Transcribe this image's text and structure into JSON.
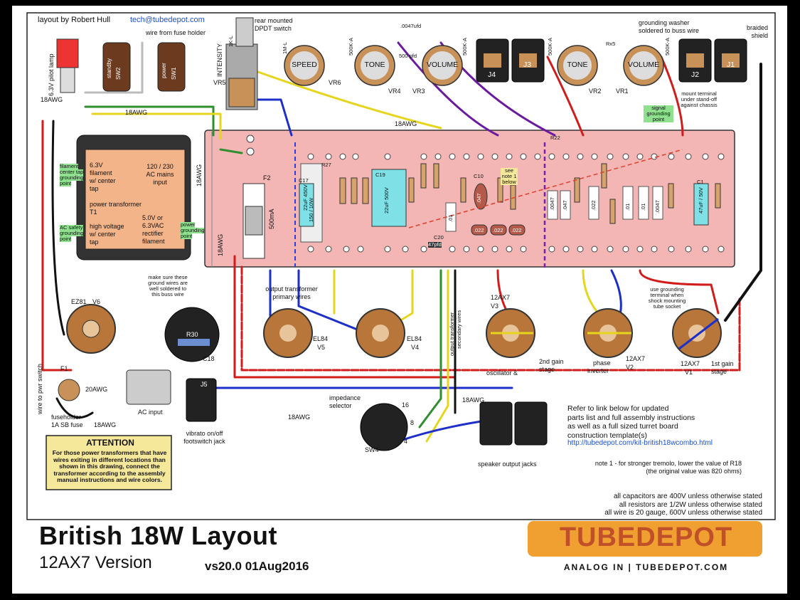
{
  "header": {
    "byline": "layout by Robert Hull",
    "email": "tech@tubedepot.com"
  },
  "title": {
    "main": "British 18W Layout",
    "subtitle": "12AX7 Version",
    "version": "vs20.0  01Aug2016"
  },
  "logo": {
    "name": "TUBEDEPOT",
    "tagline": "ANALOG IN | TUBEDEPOT.COM"
  },
  "attention": {
    "title": "ATTENTION",
    "body": "For those power transformers that have wires exiting in different locations than shown in this drawing, connect the transformer according to the assembly manual instructions and wire colors."
  },
  "info": {
    "refer": [
      "Refer to link below for updated",
      "parts list and full assembly instructions",
      "as well as a full sized turret board",
      "construction template(s)"
    ],
    "url": "http://tubedepot.com/kit-british18wcombo.html",
    "note1": [
      "note 1 - for stronger tremolo, lower the value of R18",
      "(the original value was 820 ohms)"
    ],
    "footnotes": [
      "all capacitors are 400V unless otherwise stated",
      "all resistors are 1/2W unless otherwise stated",
      "all wire is 20 gauge, 600V unless otherwise stated"
    ]
  },
  "labels": {
    "pilot_lamp": "6.3V pilot lamp",
    "standby": "standby",
    "sw2": "SW2",
    "power": "power",
    "sw1": "SW1",
    "fuse_holder_wire": "wire from fuse holder",
    "awg18": "18AWG",
    "awg20": "20AWG",
    "intensity": "INTENSITY",
    "pot_1kl": "1K-L",
    "vr5": "VR5",
    "rear_switch": [
      "rear mounted",
      "DPDT switch"
    ],
    "speed": "SPEED",
    "pot_1ml": "1M-L",
    "vr6": "VR6",
    "tone": "TONE",
    "volume": "VOLUME",
    "pot_500ka": "500K-A",
    "vr4": "VR4",
    "vr3": "VR3",
    "vr2": "VR2",
    "vr1": "VR1",
    "cx3": ".0047ufd",
    "cx2": "500 pfd",
    "rx5": "Rx5",
    "j4": "J4",
    "j3": "J3",
    "j2": "J2",
    "j1": "J1",
    "grounding_washer": [
      "grounding washer",
      "soldered to buss wire"
    ],
    "braided_shield": [
      "braided",
      "shield"
    ],
    "mount_terminal": [
      "mount terminal",
      "under stand-off",
      "against chassis"
    ],
    "signal_ground": [
      "signal",
      "grounding",
      "point"
    ],
    "filament_ground": [
      "filament",
      "center tap",
      "grounding",
      "point"
    ],
    "ac_safety_ground": [
      "AC safety",
      "grounding",
      "point"
    ],
    "power_ground": [
      "power",
      "grounding",
      "point"
    ],
    "pt_filament": [
      "6.3V",
      "filament",
      "w/ center",
      "tap"
    ],
    "pt_mains": [
      "120 / 230",
      "AC mains",
      "input"
    ],
    "pt_name": [
      "power transformer",
      "T1"
    ],
    "pt_hv": [
      "high voltage",
      "w/ center",
      "tap"
    ],
    "pt_rect": [
      "5.0V or",
      "6.3VAC",
      "rectifier",
      "filament"
    ],
    "f2": "F2",
    "fuse_500ma": "500mA",
    "ground_note": [
      "make sure these",
      "ground wires are",
      "well soldered to",
      "this buss wire"
    ],
    "ez81": "EZ81",
    "v6": "V6",
    "r30": "R30",
    "c18": "C18",
    "f1": "F1",
    "fuseholder": [
      "fuseholder",
      "1A SB fuse"
    ],
    "ac_input": "AC input",
    "pwr_switch_wire": "wire to pwr switch",
    "j5": "J5",
    "vibrato": [
      "vibrato on/off",
      "footswitch jack"
    ],
    "ot_primary": [
      "output transformer",
      "primary wires"
    ],
    "el84": "EL84",
    "v5": "V5",
    "v4": "V4",
    "ot_secondary": [
      "output transformer",
      "secondary wires"
    ],
    "impedance": [
      "impedance",
      "selector"
    ],
    "sw4": "SW4",
    "imp16": "16",
    "imp8": "8",
    "imp4": "4",
    "speaker_jacks": "speaker output jacks",
    "tube12ax7": "12AX7",
    "v3": "V3",
    "v2": "V2",
    "v1": "V1",
    "oscillator": "oscillator &",
    "gain2": [
      "2nd gain",
      "stage"
    ],
    "phase_inv": [
      "phase",
      "inverter"
    ],
    "gain1": [
      "1st gain",
      "stage"
    ],
    "shock_mount": [
      "use grounding",
      "terminal when",
      "shock mounting",
      "tube socket"
    ],
    "c17": "C17",
    "c19": "C19",
    "c19v": "22uF 500V",
    "c17v": "22uF 450V",
    "r27": "R27",
    "r27v": "150 / 10W",
    "c20": "C20",
    "c20v": "47pfd",
    "c10": "C10",
    "c1": "C1",
    "c1v": "47uF / 50V",
    "see_note": [
      "see",
      "note 1",
      "below"
    ],
    "r22": "R22",
    "v047": ".047",
    "v022": ".022",
    "v01": ".01",
    "v0047": ".0047"
  },
  "colors": {
    "board": "#f4b5b5",
    "tube_socket": "#b8763a",
    "attention_bg": "#f6e89a",
    "logo_bg": "#f0a030",
    "wire_red": "#d11c1c",
    "wire_blue": "#1d2fc9",
    "wire_yellow": "#e5d61d",
    "wire_green": "#2f8f2f",
    "wire_purple": "#6b1aa0",
    "wire_black": "#111111",
    "wire_orange": "#e0701a"
  }
}
